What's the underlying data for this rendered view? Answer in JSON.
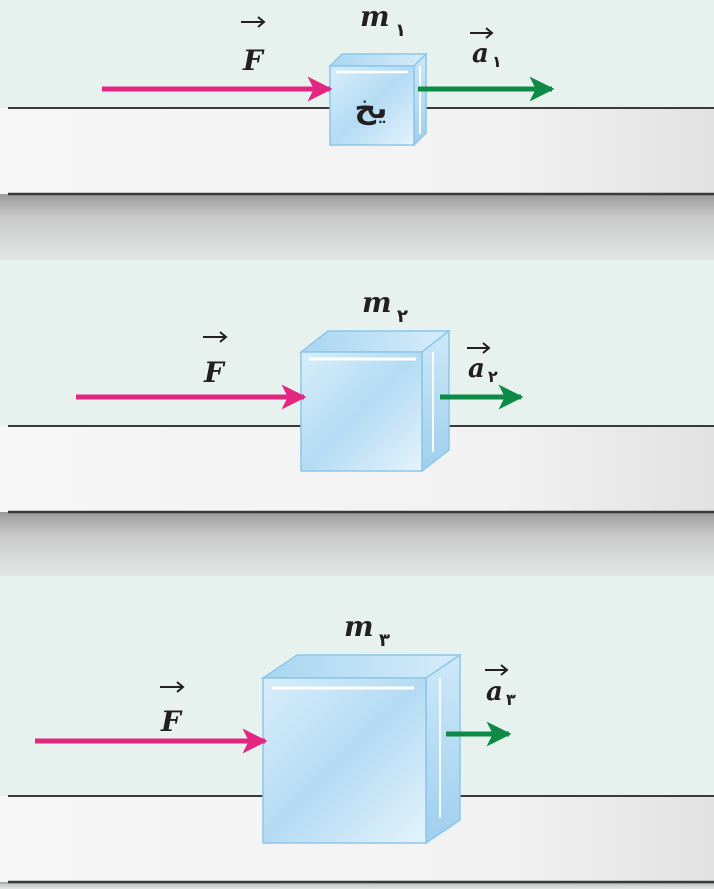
{
  "colors": {
    "background": "#e7f2ef",
    "force_arrow": "#e3267f",
    "accel_arrow": "#0d8a45",
    "ice": "#bfe0f5",
    "table_edge": "#3a3a3a"
  },
  "panels": [
    {
      "mass_symbol": "m",
      "mass_sub": "١",
      "force_symbol": "F",
      "accel_symbol": "a",
      "accel_sub": "١",
      "block_text": "یخ"
    },
    {
      "mass_symbol": "m",
      "mass_sub": "٢",
      "force_symbol": "F",
      "accel_symbol": "a",
      "accel_sub": "٢"
    },
    {
      "mass_symbol": "m",
      "mass_sub": "٣",
      "force_symbol": "F",
      "accel_symbol": "a",
      "accel_sub": "٣"
    }
  ]
}
